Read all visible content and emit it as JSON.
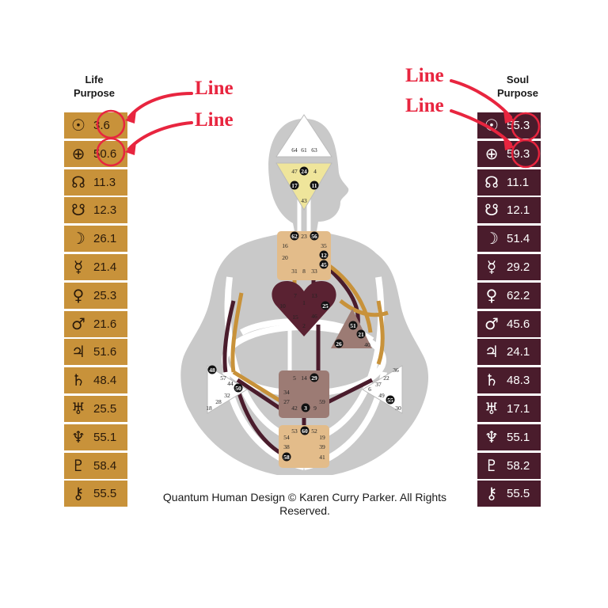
{
  "annotations": {
    "line_label": "Line"
  },
  "life": {
    "title_1": "Life",
    "title_2": "Purpose",
    "rows": [
      {
        "glyph": "☉",
        "value": "3.6"
      },
      {
        "glyph": "⊕",
        "value": "50.6"
      },
      {
        "glyph": "☊",
        "value": "11.3"
      },
      {
        "glyph": "☋",
        "value": "12.3"
      },
      {
        "glyph": "☽",
        "value": "26.1"
      },
      {
        "glyph": "☿",
        "value": "21.4"
      },
      {
        "glyph": "♀",
        "value": "25.3"
      },
      {
        "glyph": "♂",
        "value": "21.6"
      },
      {
        "glyph": "♃",
        "value": "51.6"
      },
      {
        "glyph": "♄",
        "value": "48.4"
      },
      {
        "glyph": "♅",
        "value": "25.5"
      },
      {
        "glyph": "♆",
        "value": "55.1"
      },
      {
        "glyph": "♇",
        "value": "58.4"
      },
      {
        "glyph": "⚷",
        "value": "55.5"
      }
    ]
  },
  "soul": {
    "title_1": "Soul",
    "title_2": "Purpose",
    "rows": [
      {
        "glyph": "☉",
        "value": "55.3"
      },
      {
        "glyph": "⊕",
        "value": "59.3"
      },
      {
        "glyph": "☊",
        "value": "11.1"
      },
      {
        "glyph": "☋",
        "value": "12.1"
      },
      {
        "glyph": "☽",
        "value": "51.4"
      },
      {
        "glyph": "☿",
        "value": "29.2"
      },
      {
        "glyph": "♀",
        "value": "62.2"
      },
      {
        "glyph": "♂",
        "value": "45.6"
      },
      {
        "glyph": "♃",
        "value": "24.1"
      },
      {
        "glyph": "♄",
        "value": "48.3"
      },
      {
        "glyph": "♅",
        "value": "17.1"
      },
      {
        "glyph": "♆",
        "value": "55.1"
      },
      {
        "glyph": "♇",
        "value": "58.2"
      },
      {
        "glyph": "⚷",
        "value": "55.5"
      }
    ]
  },
  "caption": "Quantum Human Design © Karen Curry Parker. All Rights Reserved.",
  "colors": {
    "life_panel": "#c8923a",
    "soul_panel": "#4a1c2c",
    "annotation": "#e8253f",
    "body_silhouette": "#c9c9c9",
    "center_tan": "#e3bc8a",
    "center_mauve": "#9c7b74",
    "center_yellow": "#efe59b",
    "heart_maroon": "#5a2232"
  },
  "gates": {
    "head": [
      "64",
      "61",
      "63"
    ],
    "ajna": [
      "47",
      "24",
      "4",
      "17",
      "11",
      "43"
    ],
    "throat": [
      "62",
      "23",
      "56",
      "16",
      "35",
      "20",
      "12",
      "45",
      "31",
      "8",
      "33"
    ],
    "g": [
      "7",
      "1",
      "13",
      "10",
      "25",
      "15",
      "46",
      "2"
    ],
    "heart": [
      "51",
      "21",
      "26",
      "40"
    ],
    "spleen": [
      "48",
      "57",
      "44",
      "50",
      "32",
      "28",
      "18"
    ],
    "solar_plexus": [
      "36",
      "22",
      "37",
      "6",
      "49",
      "55",
      "30"
    ],
    "sacral": [
      "5",
      "14",
      "29",
      "34",
      "27",
      "59",
      "42",
      "3",
      "9"
    ],
    "root": [
      "53",
      "60",
      "52",
      "54",
      "19",
      "38",
      "39",
      "58",
      "41"
    ]
  }
}
